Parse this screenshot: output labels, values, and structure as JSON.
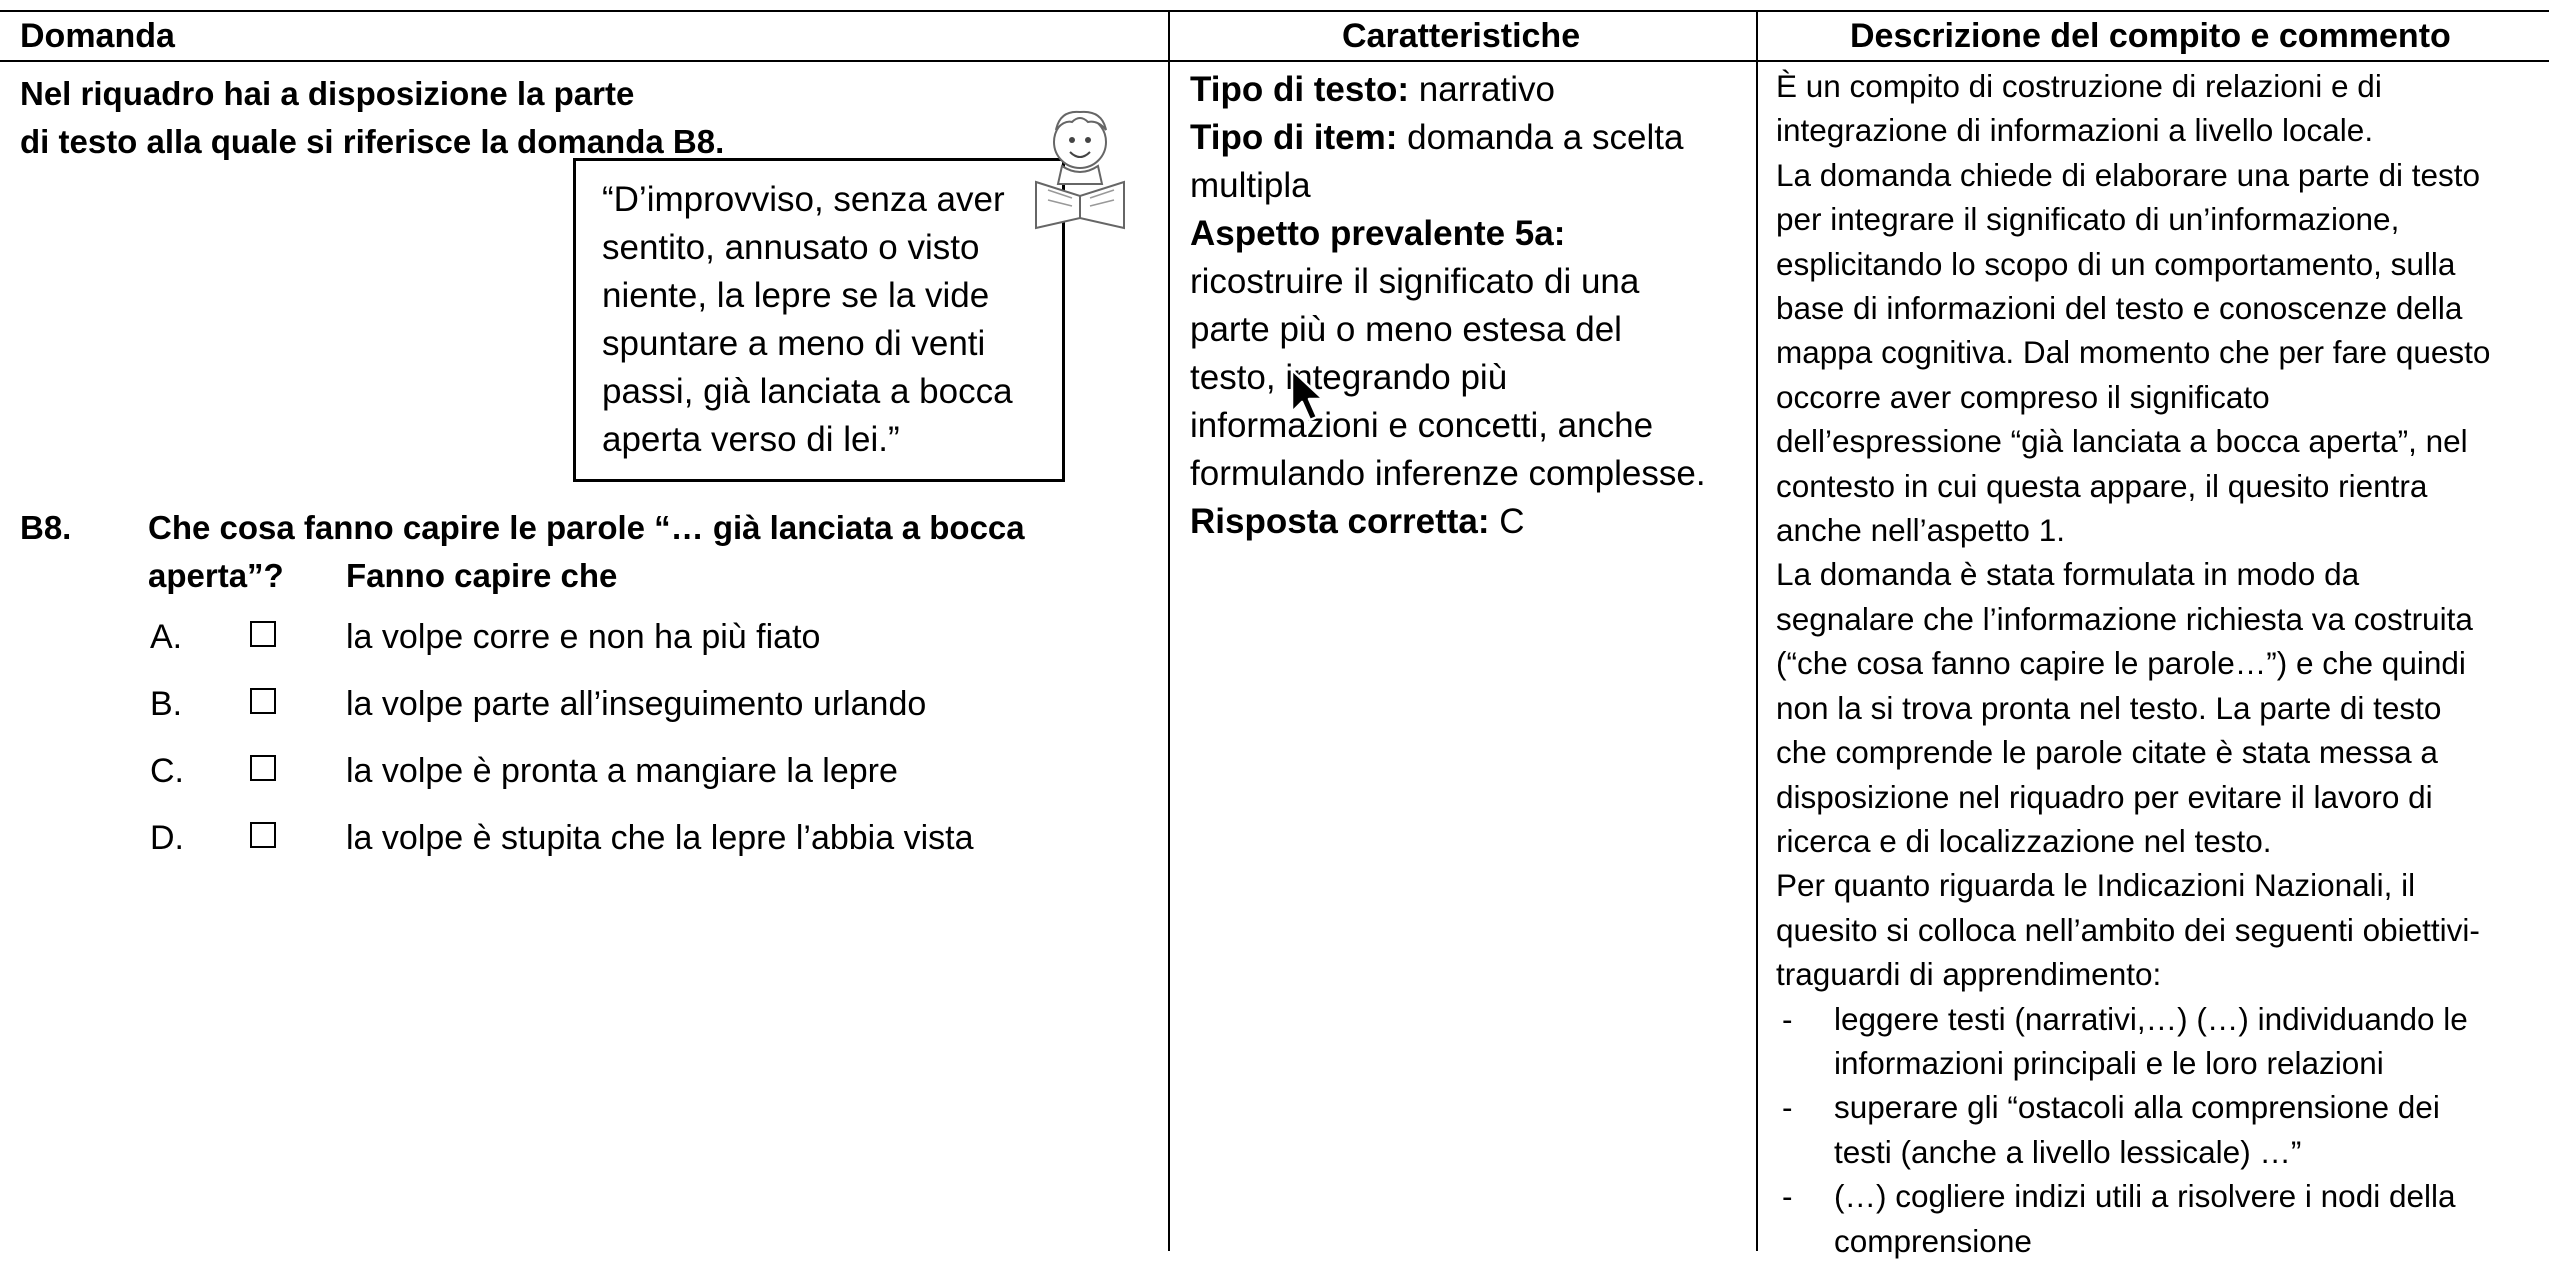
{
  "headers": {
    "domanda": "Domanda",
    "caratteristiche": "Caratteristiche",
    "descrizione": "Descrizione del compito e commento"
  },
  "domanda": {
    "intro_line1": "Nel riquadro hai a disposizione la parte",
    "intro_line2": "di testo alla quale si riferisce la domanda B8.",
    "quote_lines": [
      "“D’improvviso, senza aver",
      "sentito, annusato o visto",
      "niente, la lepre se la vide",
      "spuntare a meno di venti",
      "passi, già lanciata a bocca",
      "aperta verso di lei.”"
    ],
    "question_number": "B8.",
    "question_line1": "Che cosa fanno capire le parole “… già lanciata a bocca",
    "question_line2": "aperta”?",
    "question_line3": "Fanno capire che",
    "options": [
      {
        "letter": "A.",
        "text": "la volpe corre e non ha più fiato"
      },
      {
        "letter": "B.",
        "text": "la volpe parte all’inseguimento urlando"
      },
      {
        "letter": "C.",
        "text": "la volpe è pronta a mangiare la lepre"
      },
      {
        "letter": "D.",
        "text": "la volpe è stupita che la lepre l’abbia vista"
      }
    ]
  },
  "caratteristiche": {
    "tipo_testo_label": "Tipo di testo:",
    "tipo_testo_value": " narrativo",
    "tipo_item_label": "Tipo di item:",
    "tipo_item_value_1": " domanda a scelta",
    "tipo_item_value_2": "multipla",
    "aspetto_label": "Aspetto prevalente 5a:",
    "aspetto_lines": [
      "ricostruire il significato di una",
      "parte più o meno estesa del",
      "testo, integrando più",
      "informazioni e concetti, anche",
      "formulando inferenze complesse."
    ],
    "risposta_label": "Risposta corretta:",
    "risposta_value": " C"
  },
  "descrizione": {
    "lines": [
      "È un compito di costruzione di relazioni e di",
      "integrazione di informazioni a livello locale.",
      "La domanda chiede di elaborare una parte di testo",
      "per integrare il significato di un’informazione,",
      "esplicitando lo scopo di un comportamento, sulla",
      "base di informazioni del testo e conoscenze della",
      "mappa cognitiva. Dal momento che per fare questo",
      "occorre aver compreso il significato",
      "dell’espressione “già lanciata a bocca aperta”, nel",
      "contesto in cui questa appare, il quesito rientra",
      "anche nell’aspetto 1.",
      "La domanda è stata formulata in modo da",
      "segnalare che l’informazione richiesta va costruita",
      "(“che cosa fanno capire le parole…”) e che quindi",
      "non la si trova pronta nel testo. La parte di testo",
      "che comprende le parole citate è stata messa a",
      "disposizione nel riquadro per evitare il lavoro di",
      "ricerca e di localizzazione nel testo.",
      "Per quanto riguarda le Indicazioni Nazionali, il",
      "quesito si colloca nell’ambito dei seguenti obiettivi-",
      "traguardi di apprendimento:"
    ],
    "bullets": [
      {
        "dash": "-",
        "line1": "leggere testi (narrativi,…) (…) individuando le",
        "line2": "informazioni principali e le loro relazioni"
      },
      {
        "dash": "-",
        "line1": "superare gli “ostacoli alla comprensione dei",
        "line2": "testi (anche a livello lessicale) …”"
      },
      {
        "dash": "-",
        "line1": "(…) cogliere indizi utili a risolvere i nodi della",
        "line2": "comprensione"
      }
    ]
  }
}
